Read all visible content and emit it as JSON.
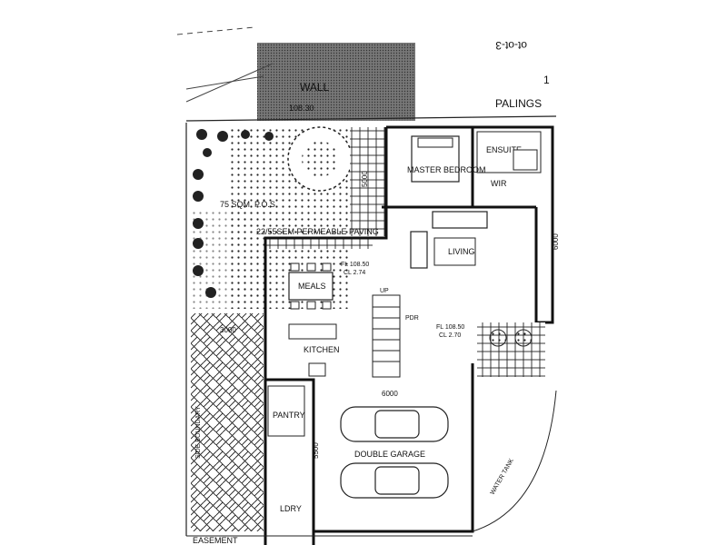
{
  "title_fragment": "ot-ot-3",
  "street": {
    "top_label": "PALINGS",
    "corner_mark": "1"
  },
  "outdoor": {
    "pos_label": "75 SQM. P.O.S.",
    "paving_label": "22/55SEM PERMEABLE PAVING",
    "shared_wall": "WALL",
    "wall_number": "108.30"
  },
  "rooms": {
    "master_bedroom": "MASTER BEDROOM",
    "ensuite": "ENSUITE",
    "wir": "WIR",
    "living": "LIVING",
    "meals": "MEALS",
    "kitchen": "KITCHEN",
    "pantry": "PANTRY",
    "laundry": "LDRY",
    "garage": "DOUBLE GARAGE",
    "powder": "PDR",
    "up_arrow": "UP"
  },
  "levels": {
    "meals_fl": "FL 108.50",
    "meals_cl": "CL 2.74",
    "living_fl": "FL 108.50",
    "living_cl": "CL 2.70"
  },
  "dimensions": {
    "garage_width": "6000",
    "garage_depth": "5500",
    "right_side": "6000",
    "left_kitchen": "3000",
    "bedroom_depth": "5000"
  },
  "footer": {
    "easement": "EASEMENT",
    "side_text": "SIDE BOUNDARY"
  },
  "meter_box": "WATER TANK"
}
